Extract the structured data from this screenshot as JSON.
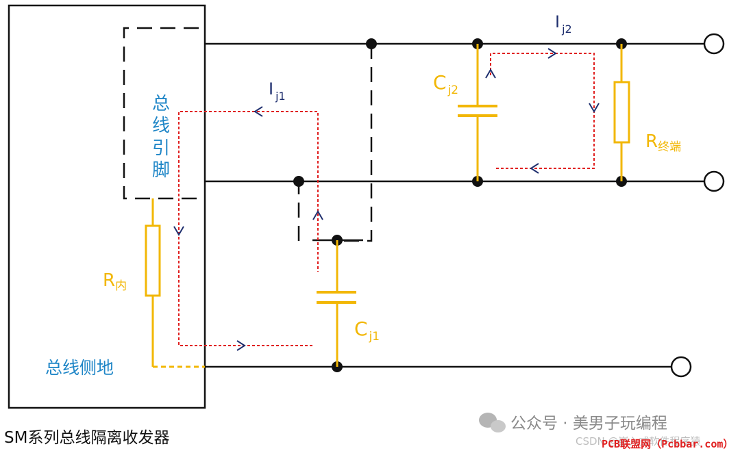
{
  "labels": {
    "bus_pin": [
      "总",
      "线",
      "引",
      "脚"
    ],
    "bus_ground": "总线侧地",
    "r_internal": {
      "main": "R",
      "sub": "内"
    },
    "r_terminal": {
      "main": "R",
      "sub": "终端"
    },
    "cap_j1": {
      "main": "C",
      "sub": "j1"
    },
    "cap_j2": {
      "main": "C",
      "sub": "j2"
    },
    "current_j1": {
      "main": "I",
      "sub": "j1"
    },
    "current_j2": {
      "main": "I",
      "sub": "j2"
    },
    "caption": "SM系列总线隔离收发器"
  },
  "watermark": {
    "account": "公众号 · 美男子玩编程",
    "csdn": "CSDN @嵌入式软件程序猿",
    "site": "PCB联盟网（Pcbbar.com）"
  },
  "colors": {
    "wire": "#111111",
    "component": "#f2b705",
    "current_path": "#e02020",
    "arrow": "#1f2f6e",
    "label_blue": "#1f86c7"
  }
}
